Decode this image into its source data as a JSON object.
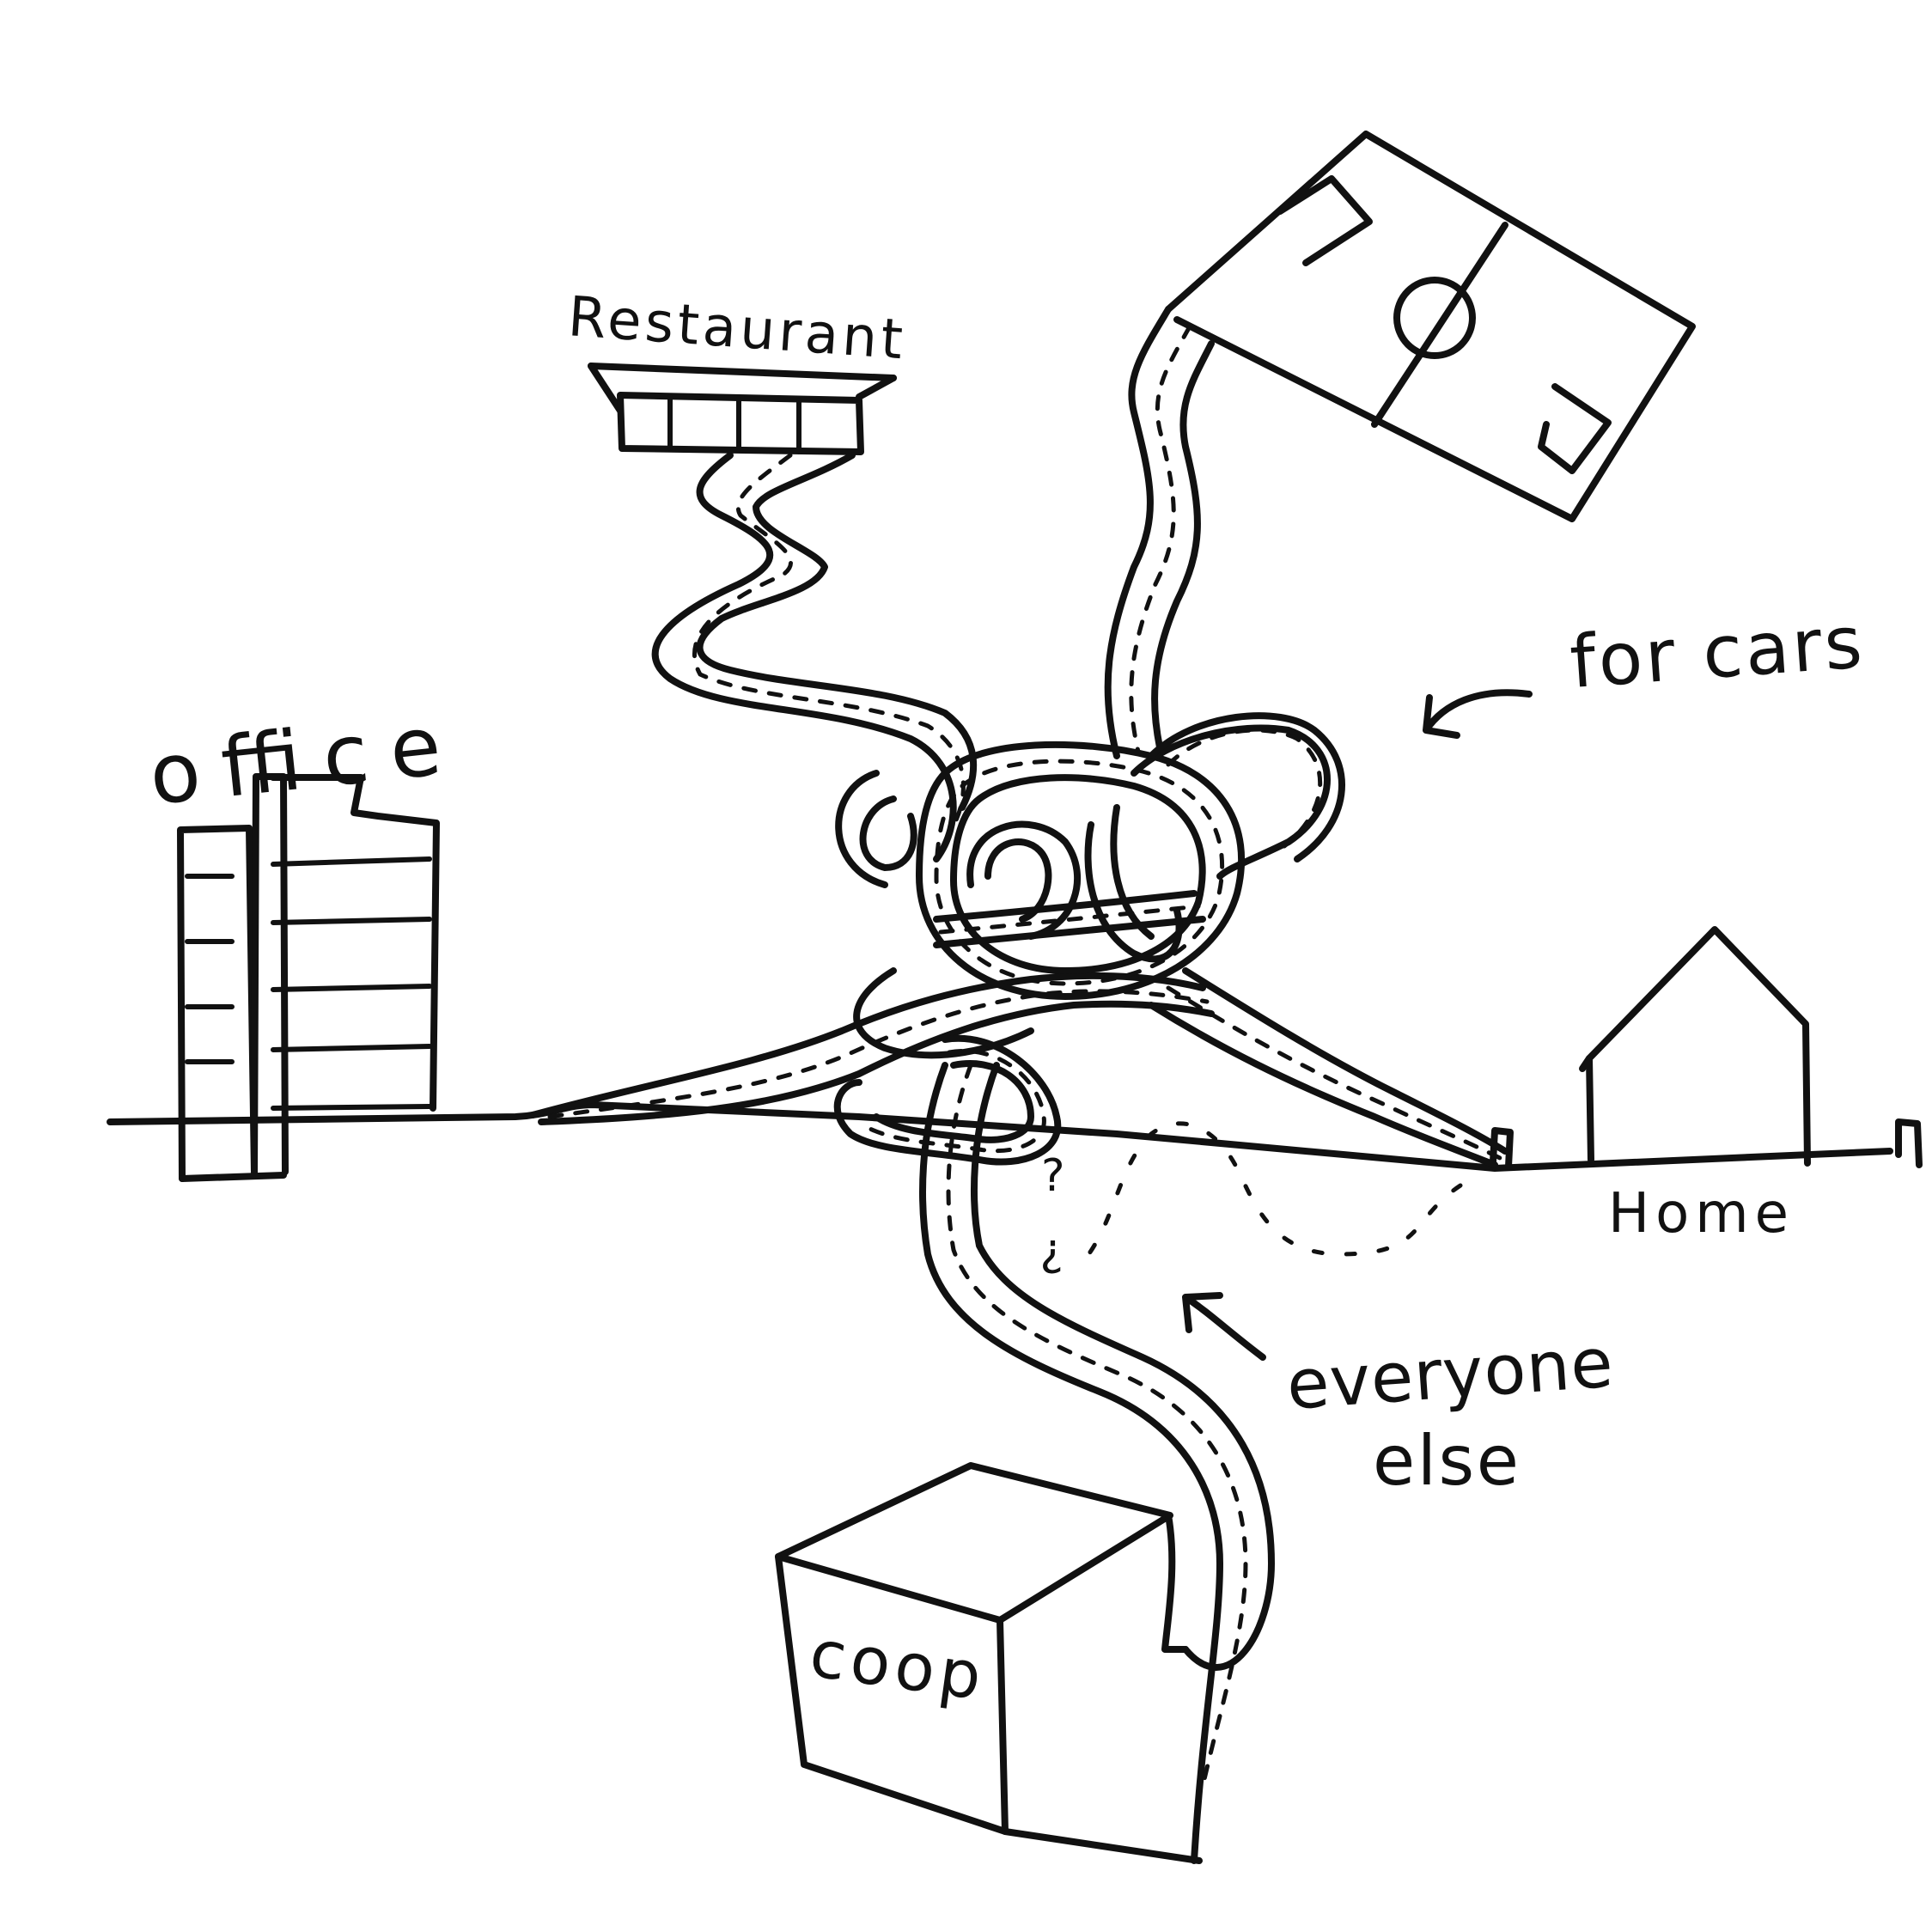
{
  "labels": {
    "restaurant": "Restaurant",
    "office": "office",
    "for_cars": "for cars",
    "home": "Home",
    "everyone": "everyone",
    "else": "else",
    "coop": "coop",
    "question_a": "?",
    "question_b": "?"
  },
  "ink_color": "#111111"
}
